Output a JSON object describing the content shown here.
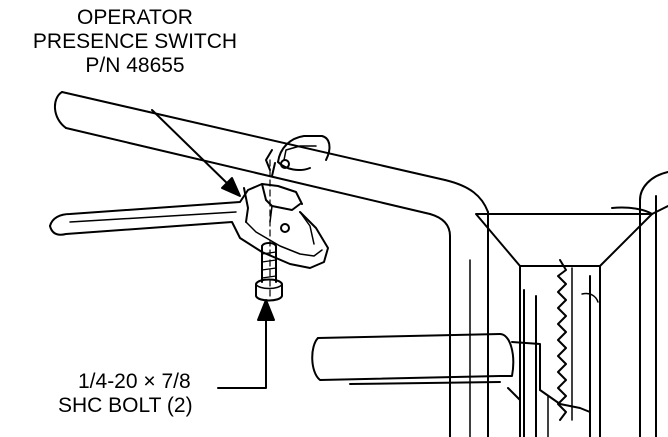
{
  "callouts": {
    "switch": {
      "line1": "OPERATOR",
      "line2": "PRESENCE SWITCH",
      "line3": "P/N 48655"
    },
    "bolt": {
      "line1": "1/4-20 × 7/8",
      "line2": "SHC BOLT (2)"
    }
  }
}
